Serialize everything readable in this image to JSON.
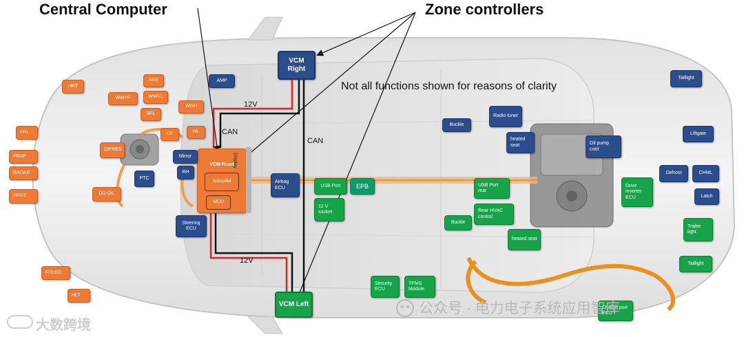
{
  "headings": {
    "central": "Central Computer",
    "zones": "Zone controllers",
    "note": "Not all functions shown for reasons of clarity"
  },
  "wires": {
    "v12_top": "12V",
    "v12_bottom": "12V",
    "can_left": "CAN",
    "can_right": "CAN"
  },
  "display_label": "Display",
  "vcm": {
    "right": "VCM Right",
    "front": "VCM Front",
    "left": "VCM Left"
  },
  "front_modules": {
    "autopilot": "Autopilot",
    "mcu": "MCU"
  },
  "orange_boxes": {
    "hrt": "HRT",
    "abs": "ABS",
    "wwfp": "WWFP",
    "wwfl": "WWFL",
    "bfl": "BFL",
    "wgh": "WGH",
    "cf": "CF",
    "hl": "HL",
    "frl": "FRL",
    "frap": "FRAP",
    "radar": "RADAR",
    "frrs": "FRRS",
    "difres": "DIFRES",
    "du_oil": "DU OIL",
    "frled": "FRLED",
    "hlt": "HLT"
  },
  "blue_boxes": {
    "amp": "AMP",
    "mirror": "Mirror",
    "rh": "RH",
    "ptc": "PTC",
    "steering_ecu": "Steering ECU",
    "airbag_ecu": "Airbag ECU",
    "buckle": "Buckle",
    "radio_tuner": "Radio tuner",
    "heated_seat": "heated seat",
    "oil_pump": "Oil pump cntrl",
    "taillight": "Taillight",
    "liftgate": "Liftgate",
    "defrost": "Defrost",
    "chml": "CHML",
    "latch": "Latch"
  },
  "green_boxes": {
    "usb_port": "USB Port",
    "epb": "EPB",
    "socket_12v": "12 V socket",
    "usb_port_rear": "USB Port rear",
    "rear_hvac": "Rear HVAC control",
    "buckle": "Buckle",
    "heated_seat": "heated seat",
    "drive_inverter": "Drive inverter ECU",
    "trailer_light": "Trailer light",
    "taillight": "Taillight",
    "security_ecu": "Security ECU",
    "tpms": "TPMS Module",
    "charge_port": "Charge port ECU"
  },
  "watermarks": {
    "left": "大数跨境",
    "right": "公众号 · 电力电子系统应用智库"
  }
}
